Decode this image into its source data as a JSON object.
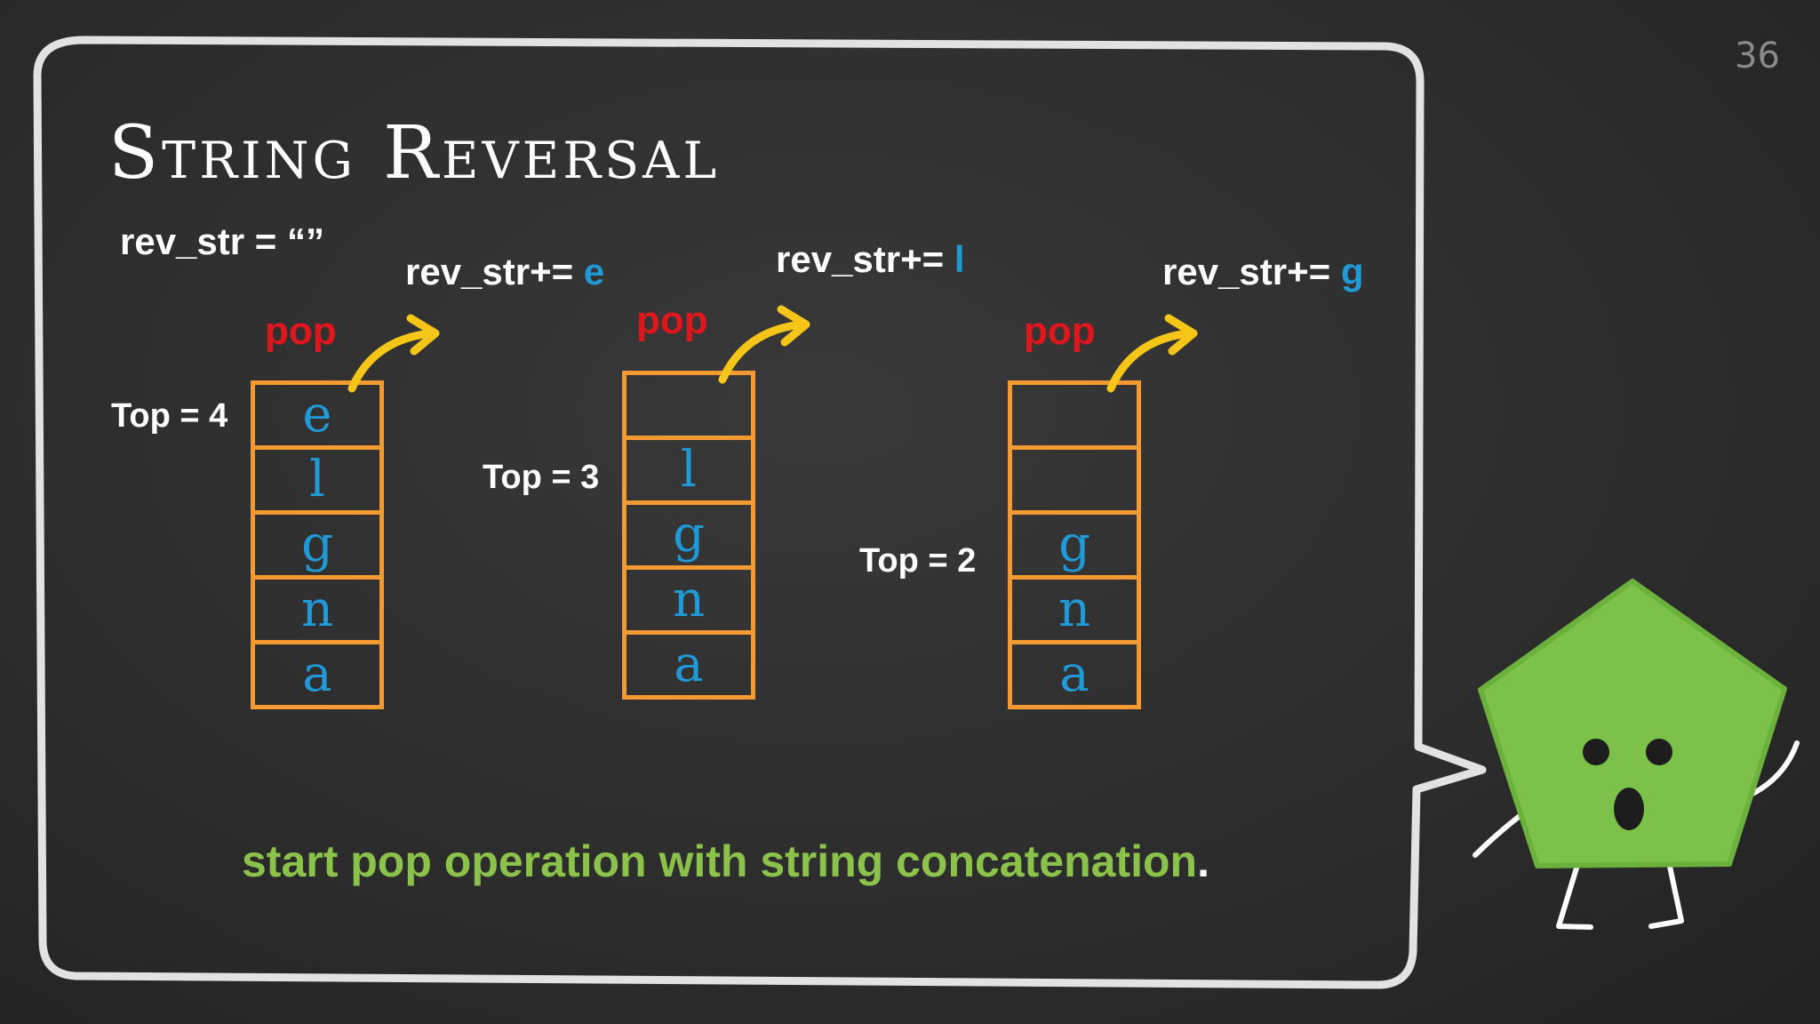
{
  "slide": {
    "number": "36",
    "title": "String Reversal"
  },
  "init_label": "rev_str = “”",
  "steps": [
    {
      "pop_label": "pop",
      "rev_prefix": "rev_str+= ",
      "rev_char": "e",
      "top_label": "Top = 4",
      "cells": [
        "e",
        "l",
        "g",
        "n",
        "a"
      ]
    },
    {
      "pop_label": "pop",
      "rev_prefix": "rev_str+= ",
      "rev_char": "l",
      "top_label": "Top = 3",
      "cells": [
        "",
        "l",
        "g",
        "n",
        "a"
      ]
    },
    {
      "pop_label": "pop",
      "rev_prefix": "rev_str+= ",
      "rev_char": "g",
      "top_label": "Top = 2",
      "cells": [
        "",
        "",
        "g",
        "n",
        "a"
      ]
    }
  ],
  "caption": {
    "text": "start pop operation with string concatenation",
    "end": "."
  },
  "colors": {
    "background": "#2d2d2d",
    "chalk": "#ffffff",
    "stack_border": "#f39a32",
    "stack_char": "#1f9ad6",
    "pop": "#e0161c",
    "arrow": "#f5c518",
    "caption": "#8bc34a",
    "mascot": "#7cc24a"
  },
  "icons": {
    "mascot": "surprised-pentagon-mascot-icon",
    "arrow": "curved-arrow-icon"
  }
}
